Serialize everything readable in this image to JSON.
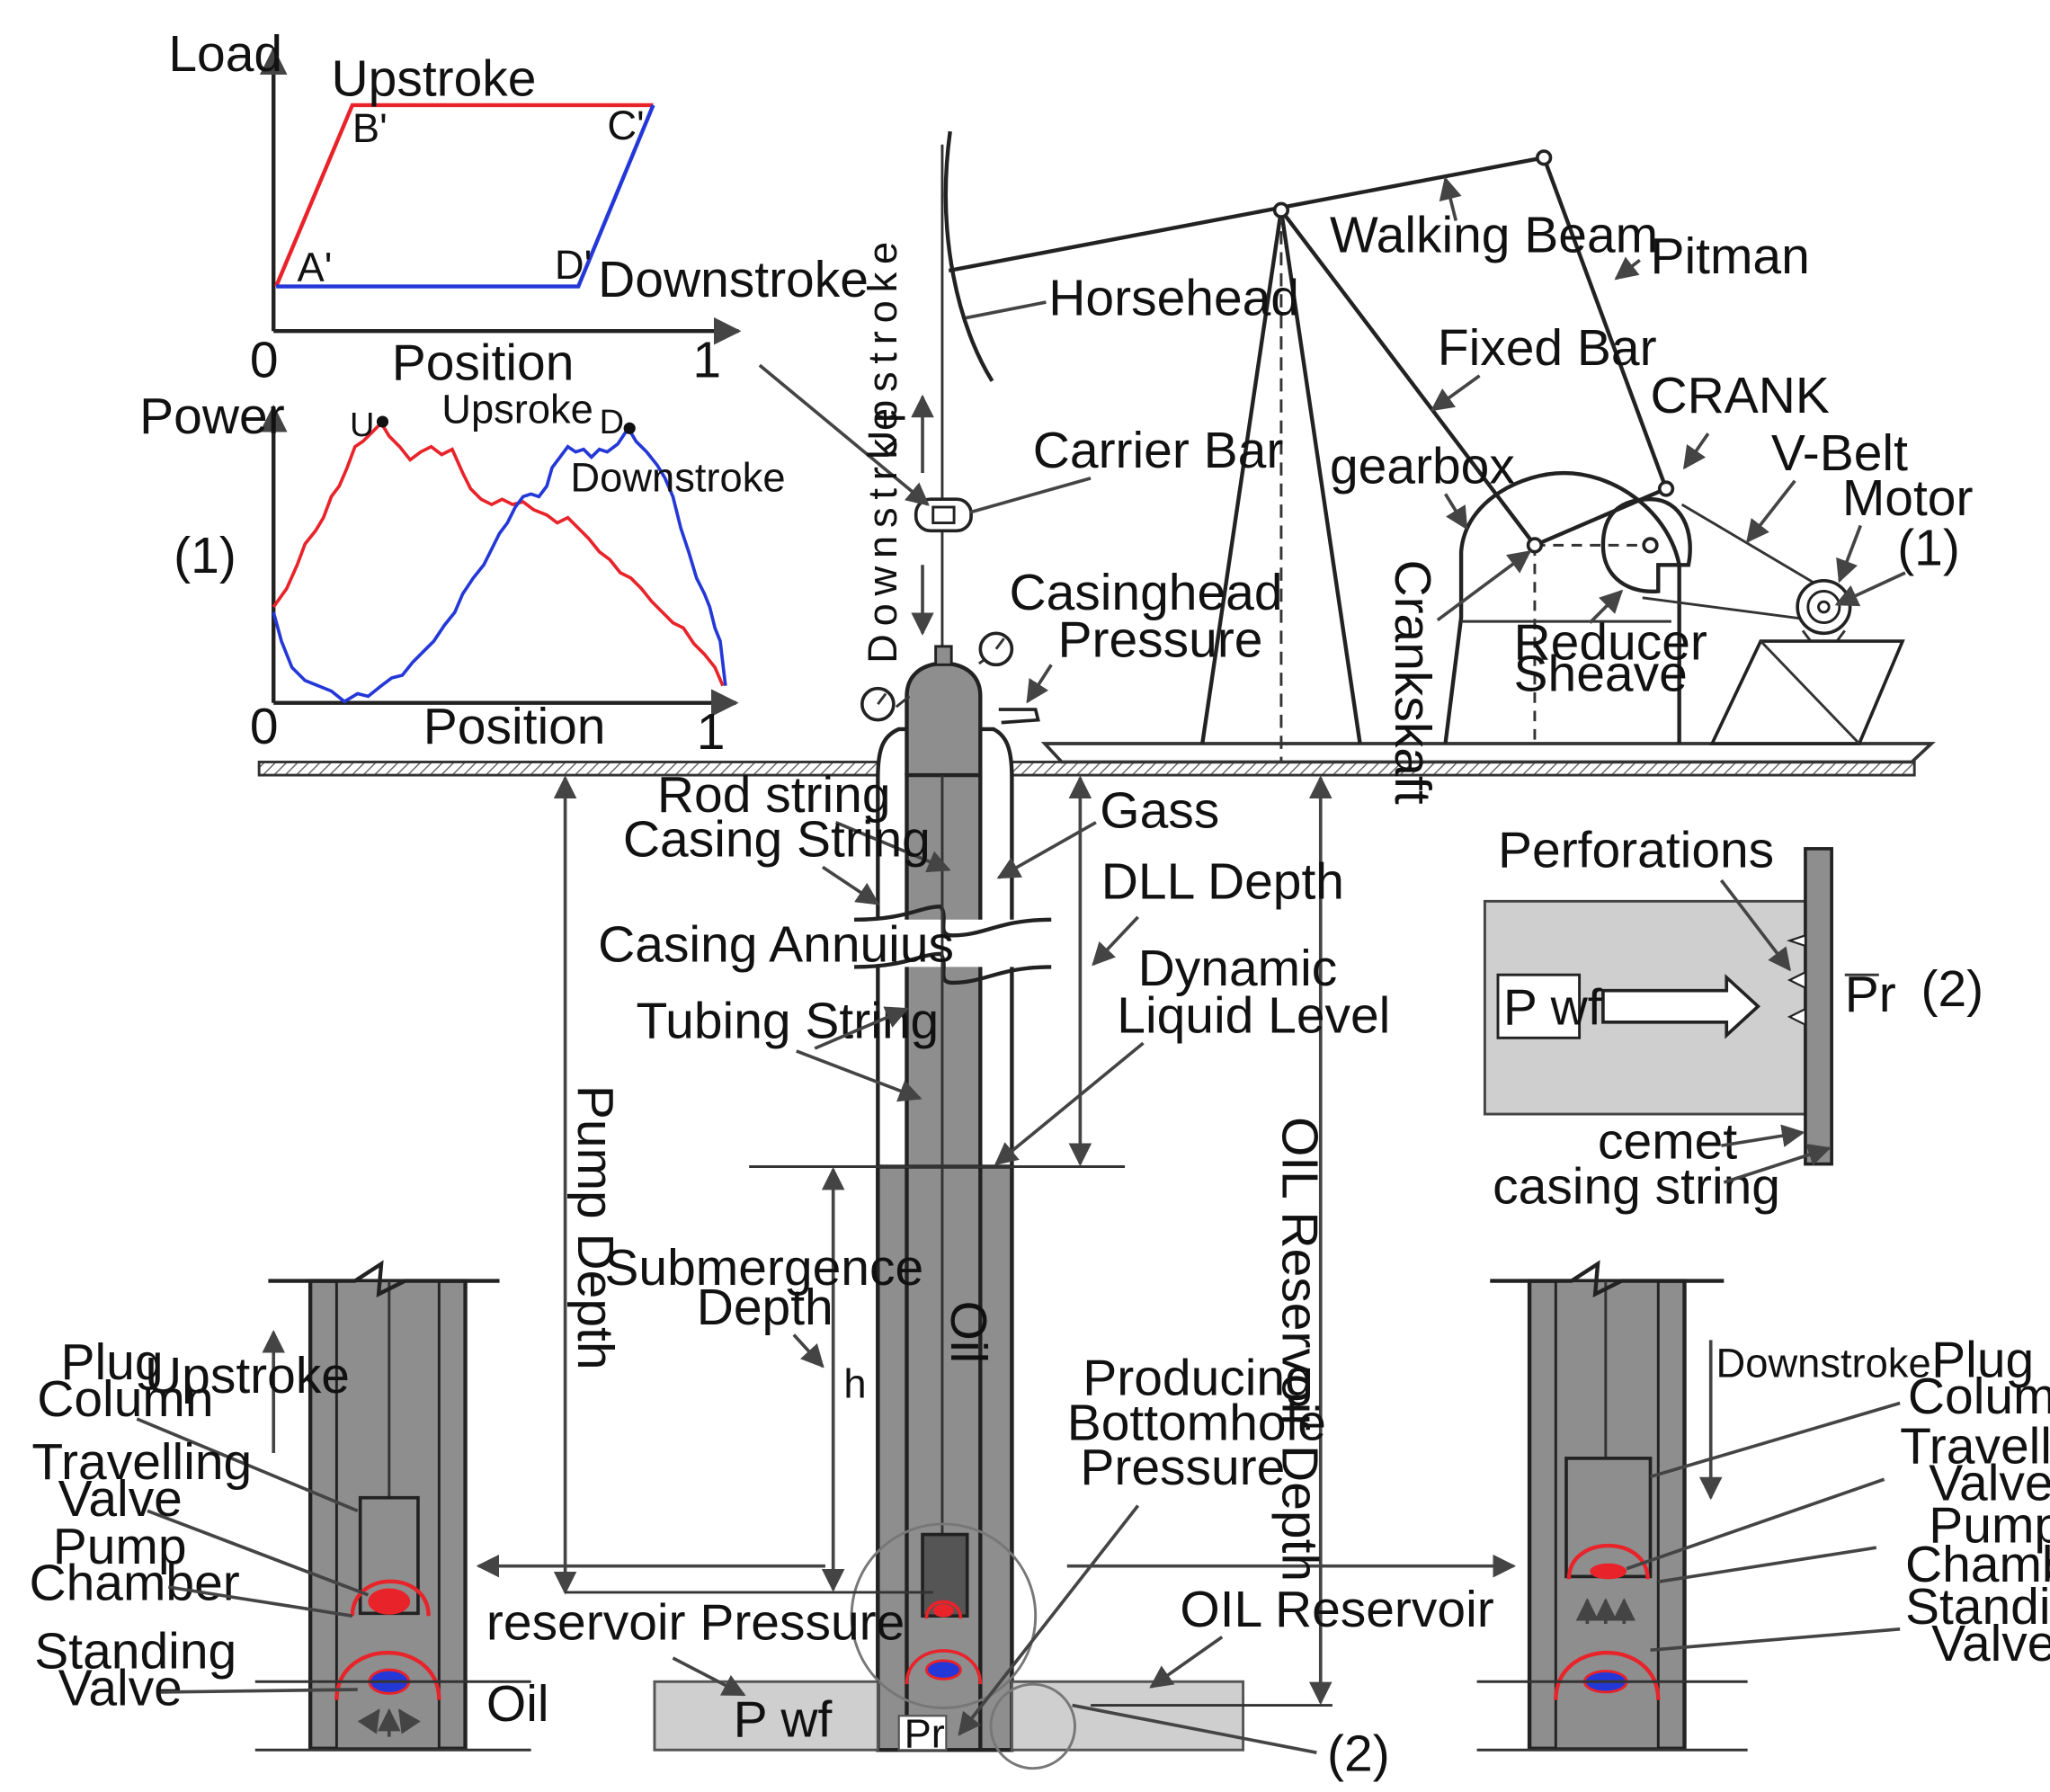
{
  "colors": {
    "upstroke": "#e8232a",
    "downstroke": "#2438d8",
    "steel": "#8e8e8e",
    "ground": "#cfcfcf"
  },
  "load_chart": {
    "ylabel": "Load",
    "xlabel": "Position",
    "x0": "0",
    "x1": "1",
    "upstroke": "Upstroke",
    "downstroke": "Downstroke",
    "pts": {
      "a": "A'",
      "b": "B'",
      "c": "C'",
      "d": "D'"
    }
  },
  "power_chart": {
    "ylabel": "Power",
    "xlabel": "Position",
    "x0": "0",
    "x1": "1",
    "upstroke": "Upsroke",
    "downstroke": "Downstroke",
    "u": "U",
    "d": "D",
    "tag": "(1)"
  },
  "pump_jack": {
    "walking_beam": "Walking Beam",
    "pitman": "Pitman",
    "horsehead": "Horsehead",
    "fixed_bar": "Fixed Bar",
    "crank": "CRANK",
    "vbelt": "V-Belt",
    "motor": "Motor",
    "motor_tag": "(1)",
    "gearbox": "gearbox",
    "crankshaft": "Crankskaft",
    "reducer": "Reducer",
    "sheave": "Sheave",
    "carrier_bar": "Carrier Bar",
    "casinghead": "Casinghead",
    "pressure": "Pressure",
    "upstroke_v": "Upstroke",
    "downstroke_v": "Downstrke"
  },
  "well": {
    "rod_string": "Rod string",
    "casing_string": "Casing String",
    "gass": "Gass",
    "dll_depth": "DLL  Depth",
    "casing_annulus": "Casing Annuius",
    "dynamic": "Dynamic",
    "liquid_level": "Liquid Level",
    "tubing_string": "Tubing String",
    "pump_depth": "Pump Depth",
    "reservoir_depth": "OIL Reservoir Depth",
    "submergence": "Submergence",
    "depth": "Depth",
    "h": "h",
    "oil": "Oil",
    "producing": "Producing",
    "bottomhole": "Bottomhole",
    "pressure": "Pressure",
    "reservoir_pressure": "reservoir Pressure",
    "oil_reservoir": "OIL Reservoir",
    "pwf": "P wf",
    "pr": "Pr",
    "tag2": "(2)"
  },
  "perforations": {
    "title": "Perforations",
    "pwf": "P wf",
    "pr": "Pr",
    "tag": "(2)",
    "cemet": "cemet",
    "casing_string": "casing  string"
  },
  "pump_left": {
    "plug": "Plug",
    "column": "Column",
    "upstroke": "Upstroke",
    "travelling": "Travelling",
    "valve": "Valve",
    "pump": "Pump",
    "chamber": "Chamber",
    "standing": "Standing",
    "valve2": "Valve",
    "oil": "Oil"
  },
  "pump_right": {
    "downstroke": "Downstroke",
    "plug": "Plug",
    "column": "Column",
    "travelling": "Travelling",
    "valve": "Valve",
    "pump": "Pump",
    "chamber": "Chamber",
    "standing": "Standing",
    "valve2": "Valve"
  }
}
